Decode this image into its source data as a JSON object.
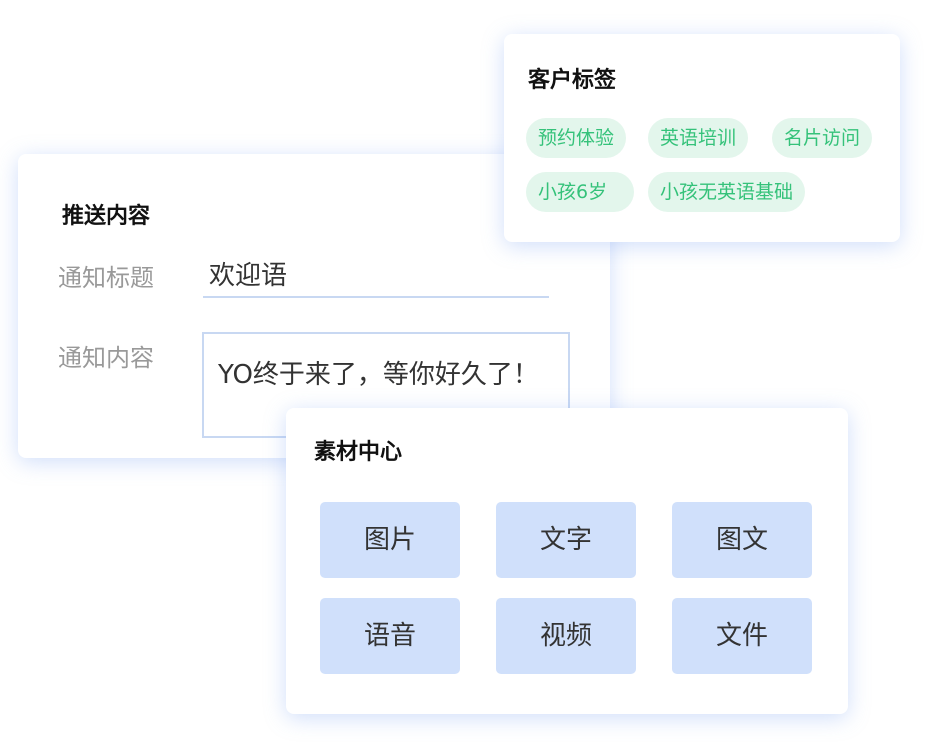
{
  "push": {
    "title": "推送内容",
    "title_label": "通知标题",
    "title_value": "欢迎语",
    "content_label": "通知内容",
    "content_value": "YO终于来了，等你好久了！"
  },
  "tags": {
    "title": "客户标签",
    "items": [
      "预约体验",
      "英语培训",
      "名片访问",
      "小孩6岁",
      "小孩无英语基础"
    ],
    "colors": {
      "bg": "#e3f6ec",
      "text": "#35c27a"
    }
  },
  "material": {
    "title": "素材中心",
    "items": [
      "图片",
      "文字",
      "图文",
      "语音",
      "视频",
      "文件"
    ]
  }
}
